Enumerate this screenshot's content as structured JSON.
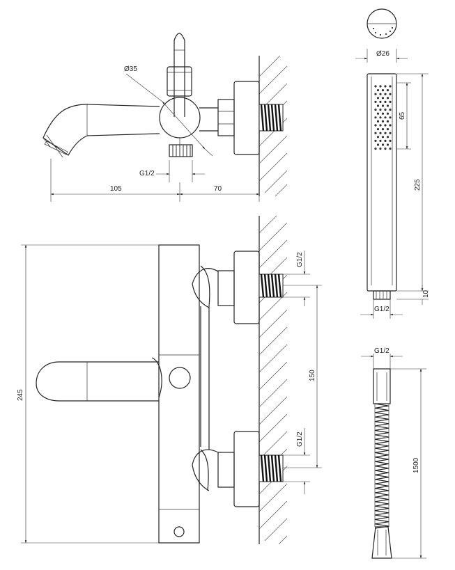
{
  "dimensions": {
    "spout_length": "105",
    "body_offset": "70",
    "handle_diameter": "Ø35",
    "thread_top_view": "G1/2",
    "total_height": "245",
    "inlet_spacing": "150",
    "thread_inlet_upper": "G1/2",
    "thread_inlet_lower": "G1/2",
    "shower_head_diameter": "Ø26",
    "shower_head_length": "225",
    "spray_face_length": "65",
    "shower_connector_length": "10",
    "shower_connector_thread": "G1/2",
    "hose_thread": "G1/2",
    "hose_length": "1500"
  }
}
